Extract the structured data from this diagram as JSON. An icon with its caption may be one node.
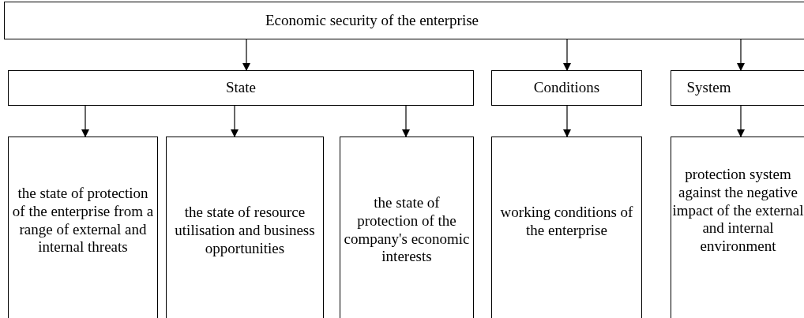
{
  "diagram": {
    "nodes": [
      {
        "text": [
          "Economic security of the enterprise"
        ]
      },
      {
        "text": [
          "State"
        ]
      },
      {
        "text": [
          "Conditions"
        ]
      },
      {
        "text": [
          "System"
        ]
      },
      {
        "text": [
          "the state of protection of the enterprise from a range of external and internal threats"
        ]
      },
      {
        "text": [
          "the state of resource utilisation and business opportunities"
        ]
      },
      {
        "text": [
          "the state of protection of the company's economic interests"
        ]
      },
      {
        "text": [
          "working conditions of the enterprise"
        ]
      },
      {
        "text": [
          "protection system against the negative impact of the external and internal environment"
        ]
      }
    ],
    "edges": [
      {
        "from": 0,
        "to": 1,
        "arrow": "to"
      },
      {
        "from": 0,
        "to": 2,
        "arrow": "to"
      },
      {
        "from": 0,
        "to": 3,
        "arrow": "to"
      },
      {
        "from": 1,
        "to": 4,
        "arrow": "to"
      },
      {
        "from": 1,
        "to": 5,
        "arrow": "to"
      },
      {
        "from": 1,
        "to": 6,
        "arrow": "to"
      },
      {
        "from": 2,
        "to": 7,
        "arrow": "to"
      },
      {
        "from": 3,
        "to": 8,
        "arrow": "to"
      }
    ]
  }
}
